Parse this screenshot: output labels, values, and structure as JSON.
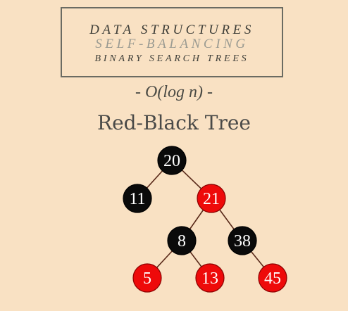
{
  "header": {
    "line1": "DATA STRUCTURES",
    "line2": "SELF-BALANCING",
    "line3": "BINARY SEARCH TREES"
  },
  "complexity": "- O(log n) -",
  "tree_title": "Red-Black Tree",
  "colors": {
    "background": "#f9e1c3",
    "black_node": "#0a0a0a",
    "red_node": "#ee0a0a",
    "edge": "#5a2a1a"
  },
  "tree": {
    "nodes": [
      {
        "id": "n20",
        "label": "20",
        "color": "black"
      },
      {
        "id": "n11",
        "label": "11",
        "color": "black"
      },
      {
        "id": "n21",
        "label": "21",
        "color": "red"
      },
      {
        "id": "n8",
        "label": "8",
        "color": "black"
      },
      {
        "id": "n38",
        "label": "38",
        "color": "black"
      },
      {
        "id": "n5",
        "label": "5",
        "color": "red"
      },
      {
        "id": "n13",
        "label": "13",
        "color": "red"
      },
      {
        "id": "n45",
        "label": "45",
        "color": "red"
      }
    ],
    "edges": [
      [
        "n20",
        "n11"
      ],
      [
        "n20",
        "n21"
      ],
      [
        "n21",
        "n8"
      ],
      [
        "n21",
        "n38"
      ],
      [
        "n8",
        "n5"
      ],
      [
        "n8",
        "n13"
      ],
      [
        "n38",
        "n45"
      ]
    ]
  }
}
